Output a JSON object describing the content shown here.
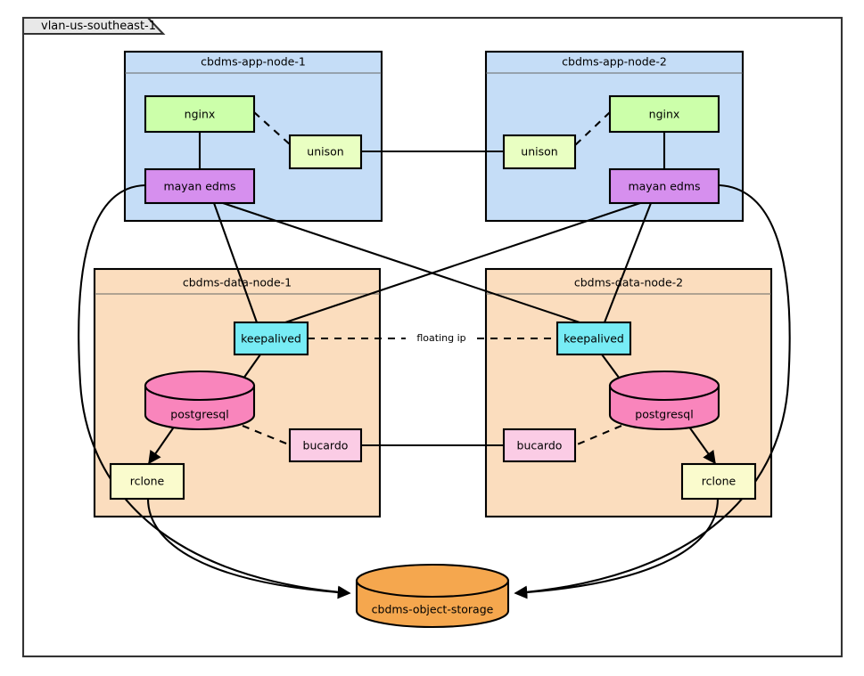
{
  "zone": {
    "label": "vlan-us-southeast-1"
  },
  "groups": [
    {
      "id": "app-node-1",
      "title": "cbdms-app-node-1",
      "fill": "#c5ddf7"
    },
    {
      "id": "app-node-2",
      "title": "cbdms-app-node-2",
      "fill": "#c5ddf7"
    },
    {
      "id": "data-node-1",
      "title": "cbdms-data-node-1",
      "fill": "#fbddbe"
    },
    {
      "id": "data-node-2",
      "title": "cbdms-data-node-2",
      "fill": "#fbddbe"
    }
  ],
  "nodes": {
    "nginx1": {
      "label": "nginx",
      "fill": "#ccffaa"
    },
    "unison1": {
      "label": "unison",
      "fill": "#e9ffc2"
    },
    "mayan1": {
      "label": "mayan edms",
      "fill": "#d68fee"
    },
    "nginx2": {
      "label": "nginx",
      "fill": "#ccffaa"
    },
    "unison2": {
      "label": "unison",
      "fill": "#e9ffc2"
    },
    "mayan2": {
      "label": "mayan edms",
      "fill": "#d68fee"
    },
    "keepalived1": {
      "label": "keepalived",
      "fill": "#77ecf5"
    },
    "postgresql1": {
      "label": "postgresql",
      "fill": "#f985bc"
    },
    "bucardo1": {
      "label": "bucardo",
      "fill": "#fbcce5"
    },
    "rclone1": {
      "label": "rclone",
      "fill": "#fafbcd"
    },
    "keepalived2": {
      "label": "keepalived",
      "fill": "#77ecf5"
    },
    "postgresql2": {
      "label": "postgresql",
      "fill": "#f985bc"
    },
    "bucardo2": {
      "label": "bucardo",
      "fill": "#fbcce5"
    },
    "rclone2": {
      "label": "rclone",
      "fill": "#fafbcd"
    },
    "objectstore": {
      "label": "cbdms-object-storage",
      "fill": "#f5a74e"
    }
  },
  "edge_labels": {
    "floating_ip": "floating ip"
  },
  "colors": {
    "stroke": "#000000",
    "canvas": "#ffffff",
    "zone_tab": "#e8e8e8",
    "app_group": "#c5ddf7",
    "data_group": "#fbddbe"
  }
}
